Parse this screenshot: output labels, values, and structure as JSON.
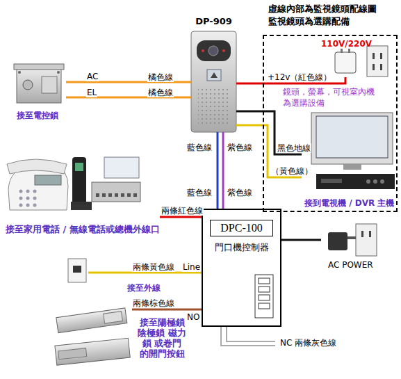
{
  "diagram": {
    "nodes": [
      {
        "text": [
          "DP-909"
        ]
      },
      {
        "text": [
          "虛線內部為監視鏡頭配線圖 監視鏡頭為選購配備"
        ]
      },
      {
        "text": [
          "110V/220V"
        ],
        "in": 1
      },
      {
        "text": [
          "接到電視機 / DVR 主機"
        ],
        "in": 1
      },
      {
        "text": [
          "接至電控鎖"
        ]
      },
      {
        "text": [
          "接至家用電話 / 無線電話或總機外線口"
        ]
      },
      {
        "text": [
          "DPC-100",
          "門口機控制器"
        ]
      },
      {
        "text": [
          "AC POWER"
        ]
      },
      {
        "text": [
          "接至外線"
        ]
      },
      {
        "text": [
          "接至陽極鎖 陰極鎖 磁力鎖 或卷門 的開門按鈕"
        ]
      }
    ],
    "edges": [
      {
        "from": 0,
        "to": 4,
        "label": "橘色線",
        "arrow": "none"
      },
      {
        "from": 0,
        "to": 4,
        "label": "橘色線",
        "arrow": "none"
      },
      {
        "from": 0,
        "to": 2,
        "label": "+12v（紅色線）",
        "arrow": "none"
      },
      {
        "from": 0,
        "to": 3,
        "label": "黑色地線",
        "arrow": "none"
      },
      {
        "from": 0,
        "to": 3,
        "label": "（黃色線）",
        "arrow": "none"
      },
      {
        "from": 0,
        "to": 6,
        "label": "藍色線",
        "arrow": "none"
      },
      {
        "from": 0,
        "to": 6,
        "label": "紫色線",
        "arrow": "none"
      },
      {
        "from": 6,
        "to": 5,
        "label": "兩條紅色線",
        "arrow": "none"
      },
      {
        "from": 6,
        "to": 7,
        "arrow": "none"
      },
      {
        "from": 6,
        "to": 8,
        "label": "兩條黃色線",
        "arrow": "none"
      },
      {
        "from": 6,
        "to": 9,
        "label": "兩條棕色線",
        "arrow": "none"
      }
    ],
    "labels": [
      "鏡頭，螢幕，可視室內機 為選購設備",
      "AC",
      "EL",
      "藍色線",
      "紫色線",
      "Line",
      "NO",
      "NC 兩條灰色線"
    ]
  }
}
